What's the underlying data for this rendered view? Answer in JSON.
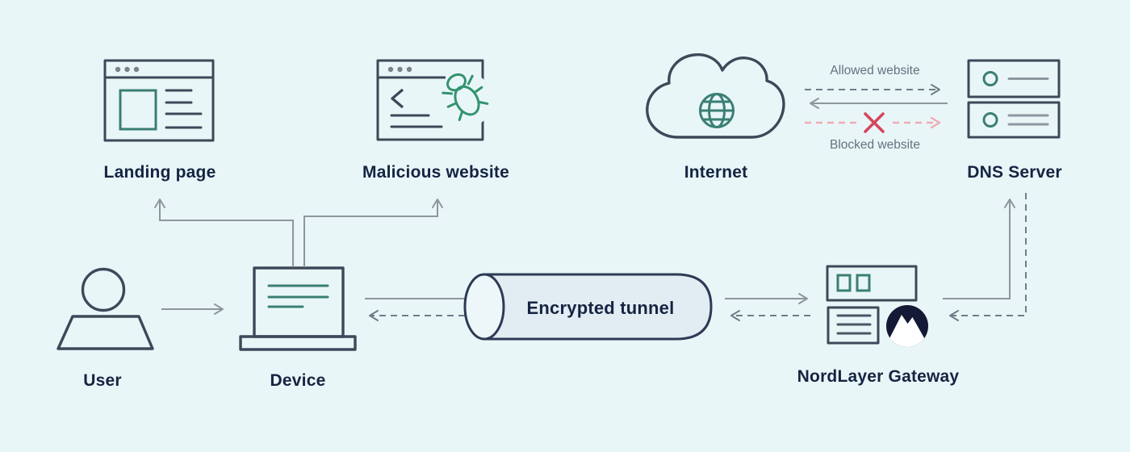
{
  "colors": {
    "bg": "#e9f6f8",
    "outline": "#3d4959",
    "teal": "#3a7f74",
    "green": "#33936f",
    "navy_text": "#152441",
    "muted_text": "#65727f",
    "gray_arrow": "#8d969d",
    "dashed_gray": "#6f7d88",
    "pink": "#f0abb4",
    "red": "#d5455e",
    "tunnel_fill": "#e2edf3",
    "tunnel_cap_fill": "#edf6f8",
    "tunnel_stroke": "#2c3a55",
    "server_line_gray": "#8d97a0",
    "gw_line_gray": "#4a5664",
    "dot_gray": "#7a838c",
    "logo_navy": "#141a35",
    "logo_white": "#ffffff"
  },
  "nodes": {
    "landing_page": {
      "label": "Landing page"
    },
    "malicious_website": {
      "label": "Malicious website"
    },
    "internet": {
      "label": "Internet"
    },
    "dns_server": {
      "label": "DNS Server"
    },
    "user": {
      "label": "User"
    },
    "device": {
      "label": "Device"
    },
    "tunnel": {
      "label": "Encrypted tunnel"
    },
    "gateway": {
      "label": "NordLayer Gateway"
    }
  },
  "flows": {
    "allowed": {
      "label": "Allowed website"
    },
    "blocked": {
      "label": "Blocked website"
    }
  }
}
